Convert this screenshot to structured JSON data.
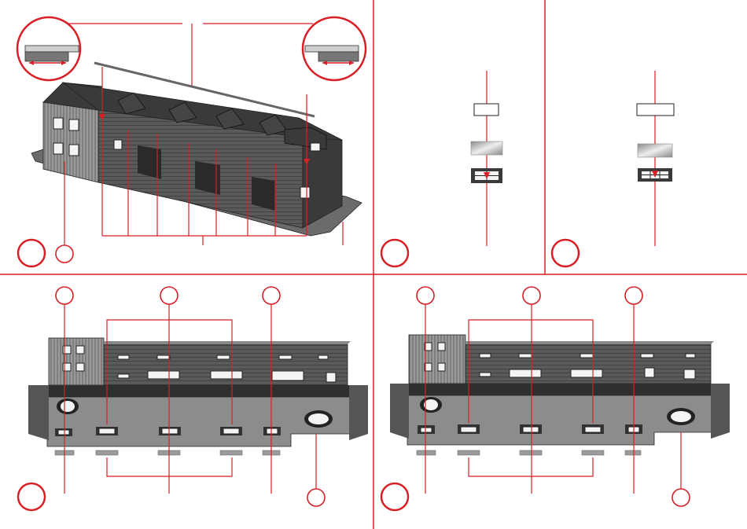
{
  "figure": {
    "description_free": true,
    "panels": [
      {
        "id": "panel-top-left"
      },
      {
        "id": "panel-top-middle"
      },
      {
        "id": "panel-top-right"
      },
      {
        "id": "panel-bottom-left"
      },
      {
        "id": "panel-bottom-right"
      }
    ],
    "colors": {
      "accent": "#d81f26",
      "ink": "#222222",
      "model_dark": "#3a3a3a",
      "model_mid": "#6b6b6b",
      "model_light": "#bdbdbd"
    }
  }
}
